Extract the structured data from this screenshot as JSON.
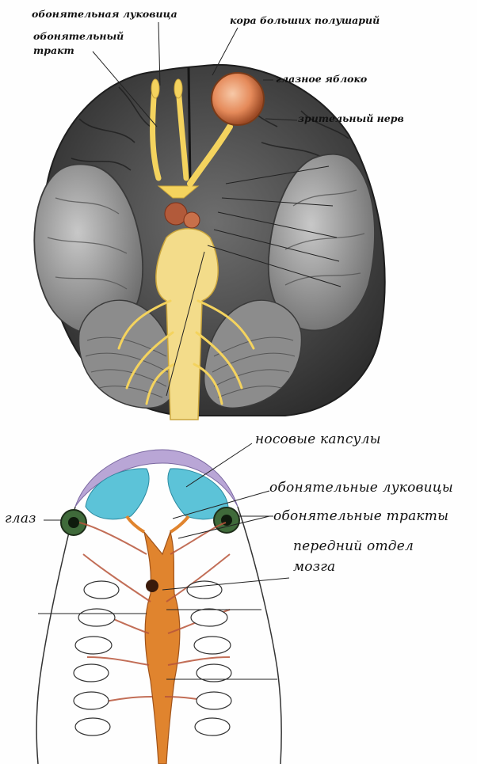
{
  "brain_labels": {
    "olfactory_bulb": "обонятельная луковица",
    "olfactory_tract_line1": "обонятельный",
    "olfactory_tract_line2": "тракт",
    "cortex": "кора больших полушарий",
    "eyeball": "глазное яблоко",
    "optic_nerve": "зрительный нерв"
  },
  "embryo_labels": {
    "nasal_capsules": "носовые капсулы",
    "olfactory_bulbs": "обонятельные луковицы",
    "eye": "глаз",
    "olfactory_tracts": "обонятельные тракты",
    "forebrain_line1": "передний отдел",
    "forebrain_line2": "мозга"
  },
  "colors": {
    "cortex_gray": "#5a5a5a",
    "cortex_dark": "#2c2c2c",
    "cerebellum": "#8c8c8c",
    "nerve_yellow": "#f4d35e",
    "eye_orange": "#e58a5a",
    "capsule_blue": "#5cc3d8",
    "capsule_lilac": "#b9a6d6",
    "brain_orange": "#e0842e",
    "vessel_red": "#b8553a"
  }
}
